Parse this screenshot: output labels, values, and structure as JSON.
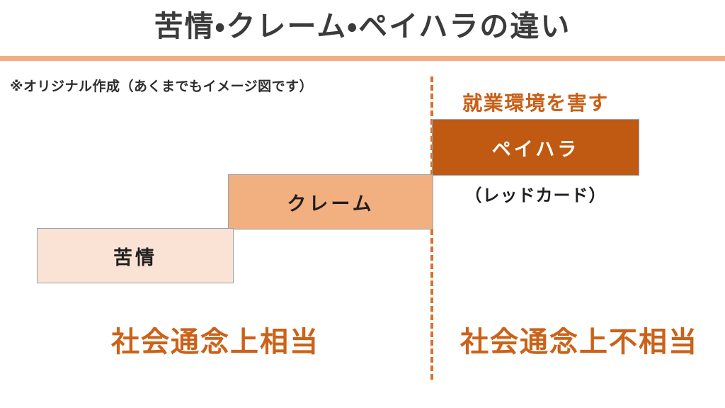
{
  "slide": {
    "title": "苦情・クレーム・ペイハラの違い",
    "note": "※オリジナル作成（あくまでもイメージ図です）",
    "accent_color": "#cb6219",
    "rule_color": "#f3ad82",
    "divider_color": "#d9702a",
    "background_color": "#ffffff",
    "title_color": "#3b3b3b"
  },
  "diagram": {
    "type": "stepped-escalation",
    "steps": [
      {
        "id": "kujo",
        "label": "苦情",
        "level": 1,
        "fill": "#fae3d5",
        "text_color": "#1f1f1f",
        "zone": "社会通念上相当"
      },
      {
        "id": "claim",
        "label": "クレーム",
        "level": 2,
        "fill": "#f2af80",
        "text_color": "#1f1f1f",
        "zone": "社会通念上相当"
      },
      {
        "id": "pehara",
        "label": "ペイハラ",
        "level": 3,
        "fill": "#c05a12",
        "text_color": "#ffffff",
        "zone": "社会通念上不相当",
        "callout_above": "就業環境を害す",
        "callout_below": "（レッドカード）"
      }
    ],
    "zones": [
      {
        "id": "appropriate",
        "caption": "社会通念上相当",
        "side": "left"
      },
      {
        "id": "inappropriate",
        "caption": "社会通念上不相当",
        "side": "right"
      }
    ]
  }
}
